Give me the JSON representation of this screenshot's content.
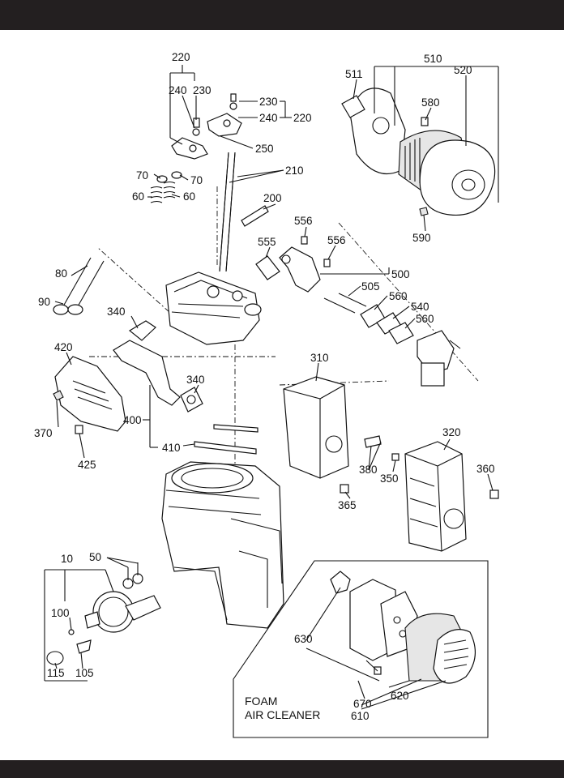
{
  "labels": {
    "l10": "10",
    "l50": "50",
    "l60a": "60",
    "l60b": "60",
    "l70a": "70",
    "l70b": "70",
    "l80": "80",
    "l90": "90",
    "l100": "100",
    "l105": "105",
    "l115": "115",
    "l200": "200",
    "l210": "210",
    "l220a": "220",
    "l220b": "220",
    "l230a": "230",
    "l230b": "230",
    "l240a": "240",
    "l240b": "240",
    "l250": "250",
    "l310": "310",
    "l320": "320",
    "l340a": "340",
    "l340b": "340",
    "l350": "350",
    "l360": "360",
    "l365": "365",
    "l370": "370",
    "l380": "380",
    "l400": "400",
    "l410": "410",
    "l420": "420",
    "l425": "425",
    "l500": "500",
    "l505": "505",
    "l510": "510",
    "l511": "511",
    "l520": "520",
    "l540": "540",
    "l555": "555",
    "l556a": "556",
    "l556b": "556",
    "l560a": "560",
    "l560b": "560",
    "l580": "580",
    "l590": "590",
    "l610": "610",
    "l620": "620",
    "l630": "630",
    "l670": "670"
  },
  "inset": {
    "title_line1": "FOAM",
    "title_line2": "AIR CLEANER"
  }
}
